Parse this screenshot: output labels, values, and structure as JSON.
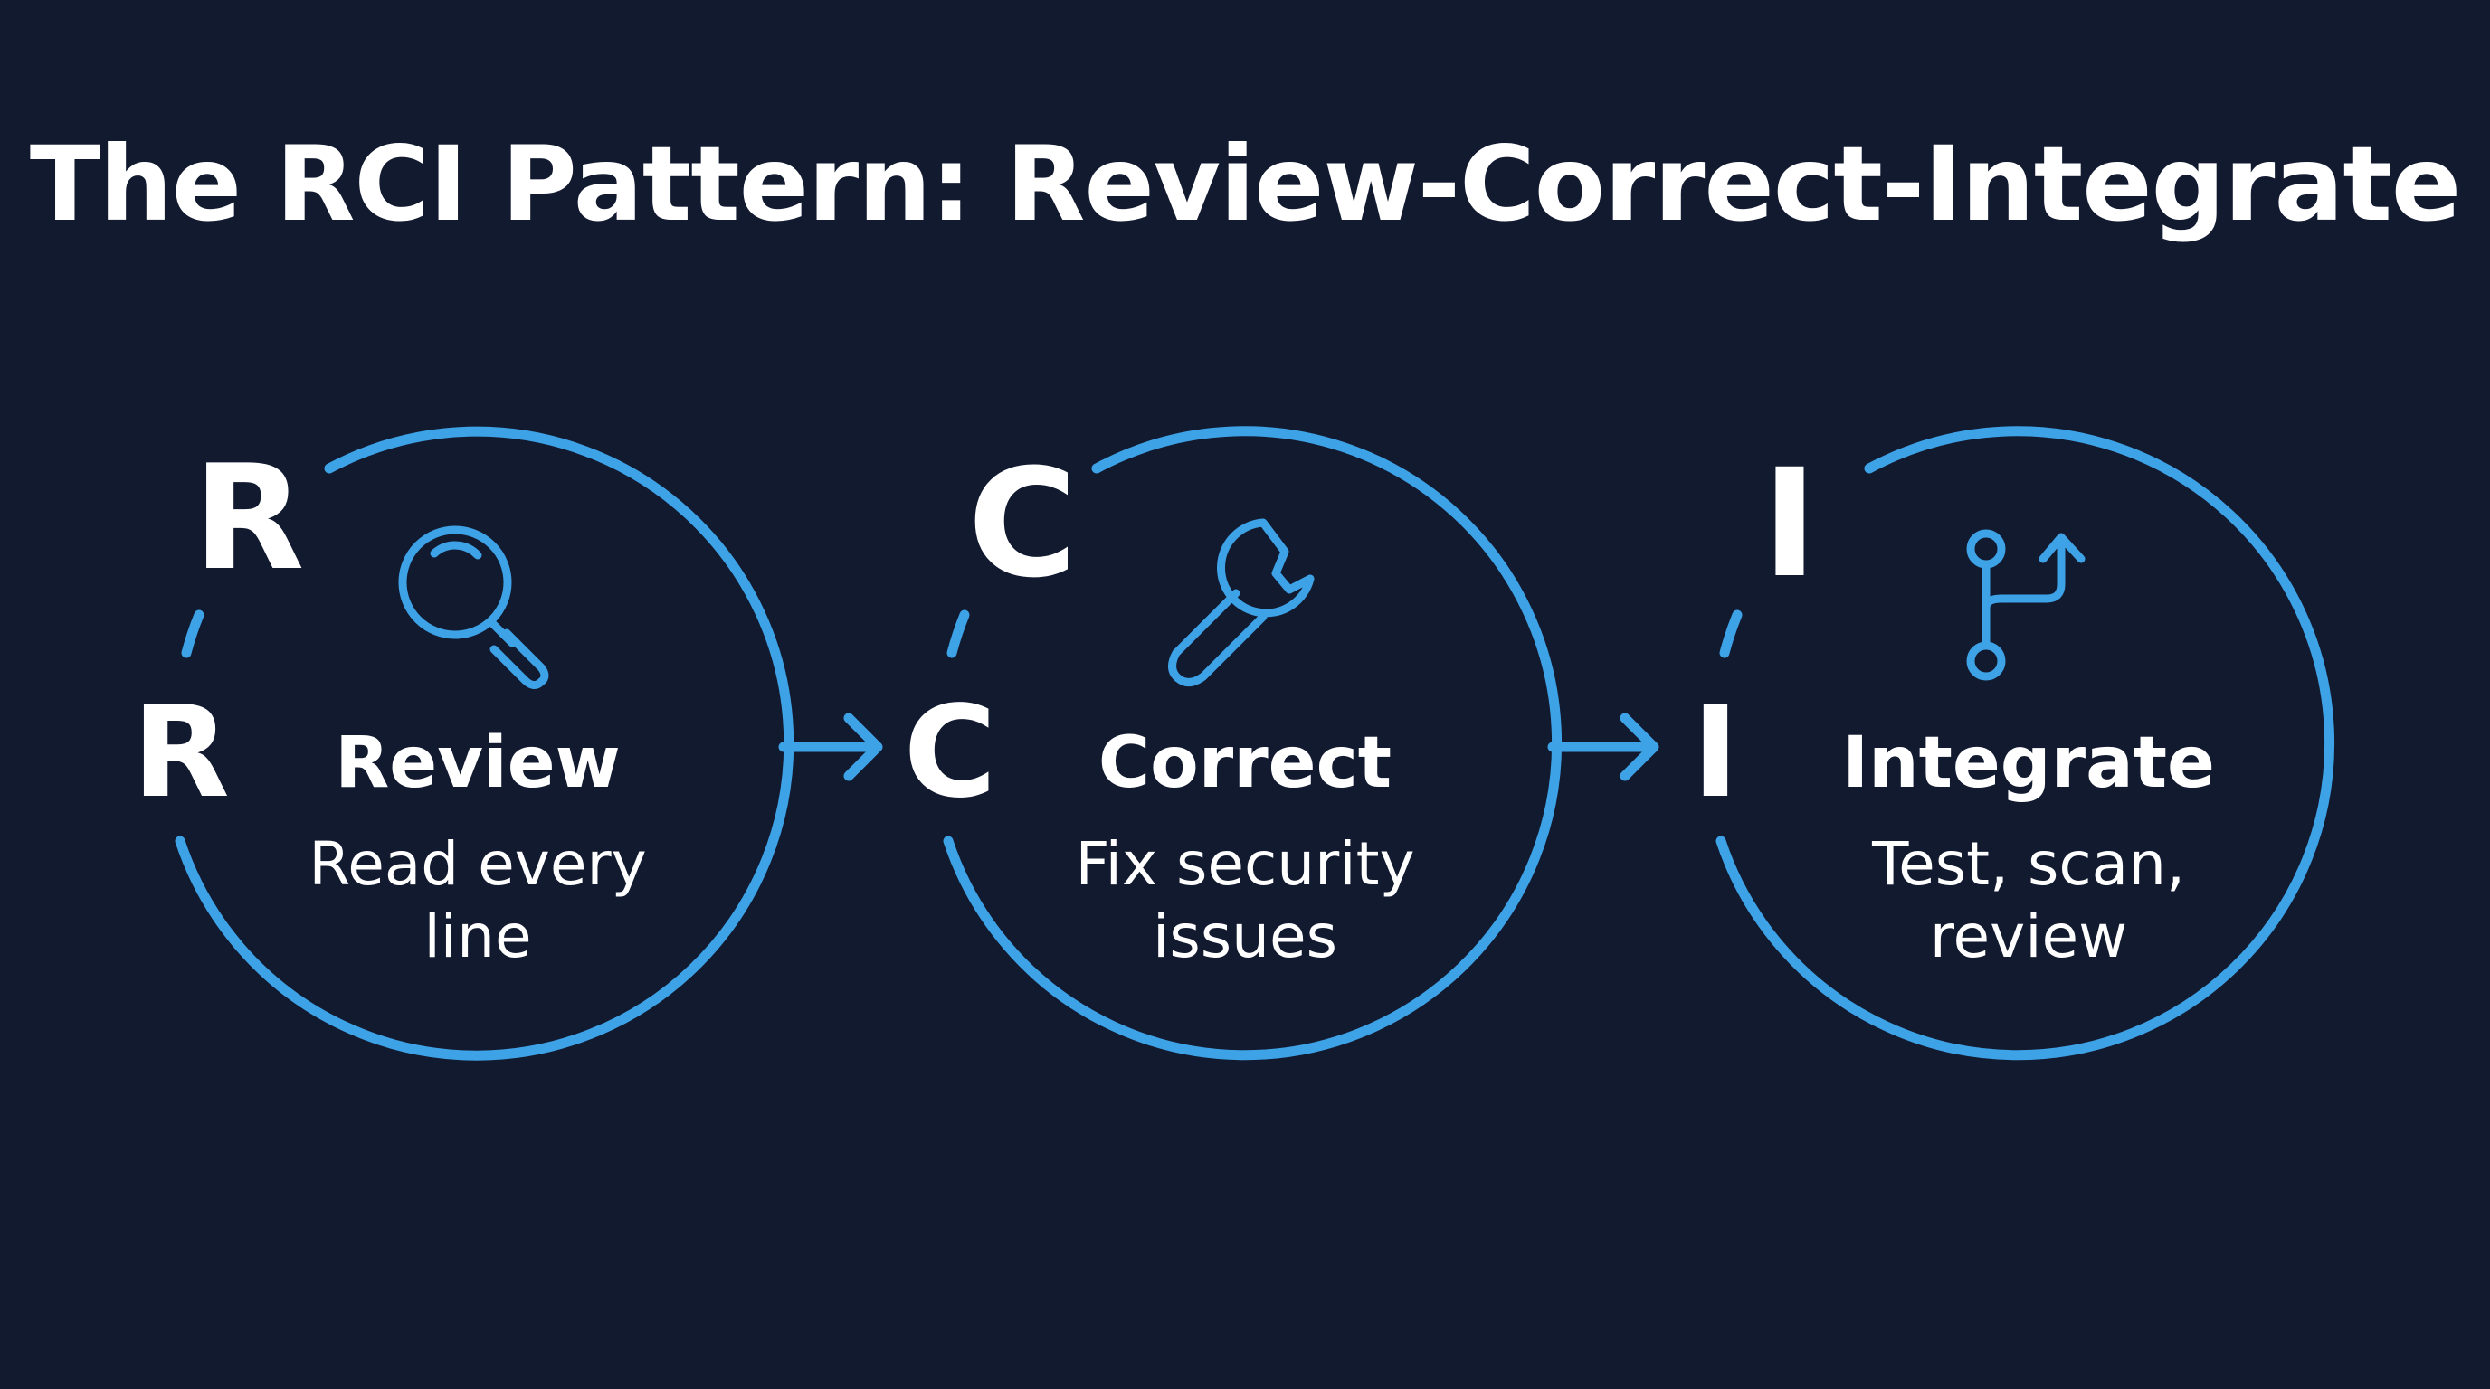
{
  "title": "The RCI Pattern: Review-Correct-Integrate",
  "colors": {
    "background": "#121a30",
    "accent": "#3ea2e6",
    "text": "#ffffff"
  },
  "steps": [
    {
      "letter": "R",
      "icon": "magnifying-glass-icon",
      "title": "Review",
      "desc_line1": "Read every",
      "desc_line2": "line"
    },
    {
      "letter": "C",
      "icon": "wrench-icon",
      "title": "Correct",
      "desc_line1": "Fix security",
      "desc_line2": "issues"
    },
    {
      "letter": "I",
      "icon": "git-branch-icon",
      "title": "Integrate",
      "desc_line1": "Test, scan,",
      "desc_line2": "review"
    }
  ]
}
